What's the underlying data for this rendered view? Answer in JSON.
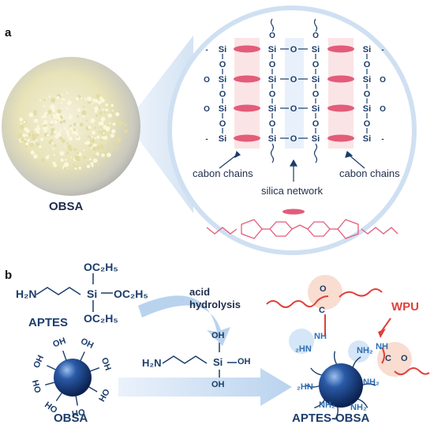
{
  "panel_a": {
    "label": "a",
    "photo_label": "OBSA",
    "carbon_chains_left": "cabon chains",
    "carbon_chains_right": "cabon chains",
    "silica_network": "silica network"
  },
  "panel_b": {
    "label": "b",
    "aptes_label": "APTES",
    "aptes_formula": {
      "amine": "H₂N",
      "oc2h5": "OC₂H₅",
      "si": "Si"
    },
    "hydrolysis_label_1": "acid",
    "hydrolysis_label_2": "hydrolysis",
    "silanol": {
      "amine": "H₂N",
      "si": "Si",
      "oh": "OH"
    },
    "obsa_label": "OBSA",
    "obsa_oh": "OH",
    "product_label": "APTES-OBSA",
    "wpu_label": "WPU",
    "product_groups": {
      "nh2": "NH₂",
      "h2n": "₂HN",
      "nh": "NH",
      "c": "C",
      "o": "O"
    }
  },
  "colors": {
    "navy": "#1c3d6b",
    "pink": "#e35c7a",
    "red": "#e0403a",
    "light_blue": "#d7e6f6",
    "sphere": "#1f4c8f"
  }
}
